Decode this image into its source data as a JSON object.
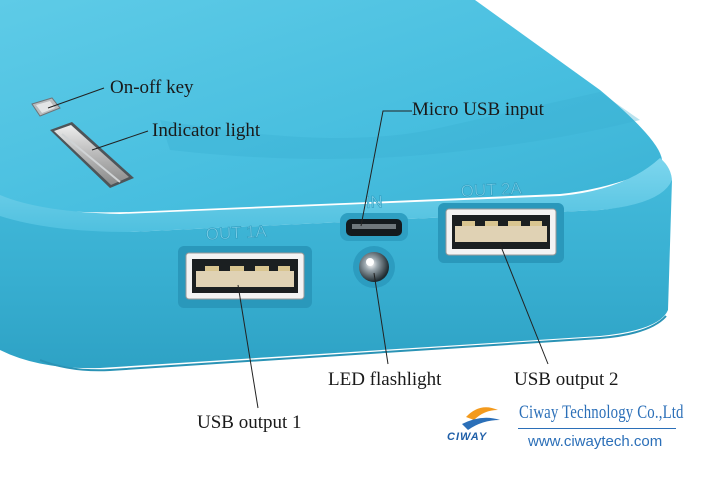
{
  "labels": {
    "on_off_key": "On-off key",
    "indicator_light": "Indicator light",
    "micro_usb_input": "Micro USB input",
    "led_flashlight": "LED flashlight",
    "usb_output_1": "USB output 1",
    "usb_output_2": "USB output 2"
  },
  "device_markings": {
    "out_1a": "OUT 1A",
    "in": "IN",
    "out_2a": "OUT 2A"
  },
  "branding": {
    "company": "Ciway Technology Co.,Ltd",
    "logo_text": "CIWAY",
    "website": "www.ciwaytech.com"
  },
  "colors": {
    "device_body": "#3fb6d8",
    "device_top": "#4cc3e2",
    "brand_blue": "#2b6fb8",
    "logo_orange": "#f39a1d"
  }
}
